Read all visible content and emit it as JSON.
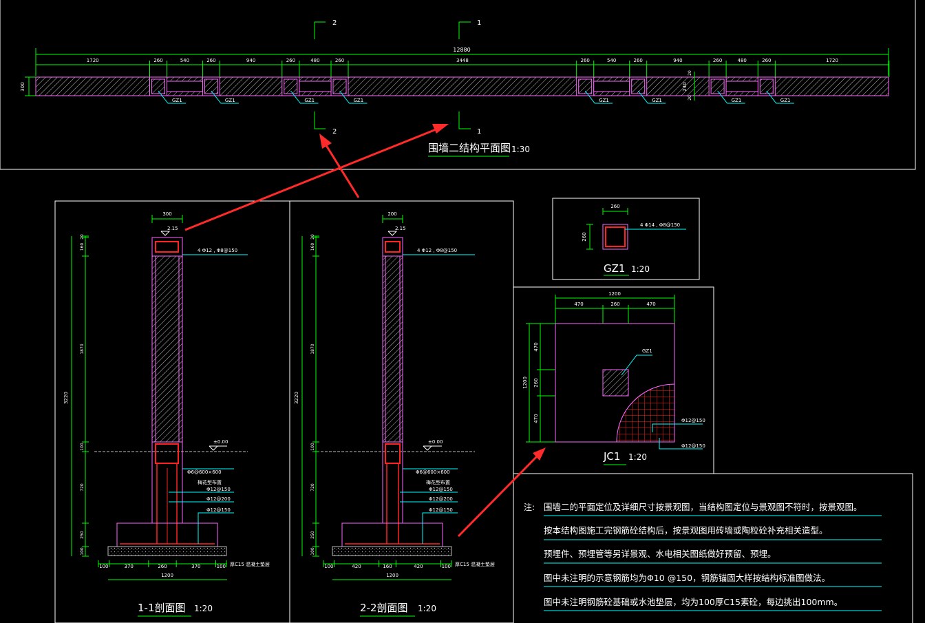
{
  "plan": {
    "title": "围墙二结构平面图",
    "scale": "1:30",
    "total_dim": "12880",
    "segments": [
      "1720",
      "260",
      "540",
      "260",
      "940",
      "260",
      "480",
      "260",
      "3448",
      "260",
      "540",
      "260",
      "940",
      "260",
      "480",
      "260",
      "1720"
    ],
    "height_dim": "300",
    "small_dims": [
      "20",
      "240",
      "20"
    ],
    "column_label": "GZ1",
    "section_marks": [
      "2",
      "1"
    ]
  },
  "section11": {
    "title": "1-1剖面图",
    "scale": "1:20",
    "top_width": "300",
    "beam_elev": "2.15",
    "beam_rebar": "4 Φ12 , Φ8@150",
    "ground": "±0.00",
    "left_dims": [
      "20",
      "160",
      "1870",
      "100",
      "720",
      "250",
      "100"
    ],
    "total_height": "3220",
    "mesh": "Φ6@600×600",
    "mesh_note": "梅花型布置",
    "rebar1": "Φ12@150",
    "rebar2": "Φ12@200",
    "rebar3": "Φ12@150",
    "bottom_dims": [
      "100",
      "370",
      "260",
      "370",
      "100"
    ],
    "base_width": "1200",
    "cushion": "厚C15 混凝土垫层"
  },
  "section22": {
    "title": "2-2剖面图",
    "scale": "1:20",
    "top_width": "200",
    "beam_elev": "2.15",
    "beam_rebar": "4 Φ12 , Φ8@150",
    "ground": "±0.00",
    "left_dims": [
      "20",
      "160",
      "1870",
      "100",
      "720",
      "250",
      "100"
    ],
    "total_height": "3220",
    "mesh": "Φ6@600×600",
    "mesh_note": "梅花型布置",
    "rebar1": "Φ12@150",
    "rebar2": "Φ12@200",
    "rebar3": "Φ12@150",
    "bottom_dims": [
      "100",
      "420",
      "160",
      "420",
      "100"
    ],
    "base_width": "1200",
    "cushion": "厚C15 混凝土垫层"
  },
  "gz1": {
    "title": "GZ1",
    "scale": "1:20",
    "width": "260",
    "height": "260",
    "rebar": "4 Φ14 , Φ8@150"
  },
  "jc1": {
    "title": "JC1",
    "scale": "1:20",
    "top_dims": [
      "470",
      "260",
      "470"
    ],
    "total": "1200",
    "left_dims": [
      "470",
      "260",
      "470"
    ],
    "left_total": "1200",
    "column": "GZ1",
    "rebar1": "Φ12@150",
    "rebar2": "Φ12@150"
  },
  "notes": {
    "label": "注:",
    "items": [
      "围墙二的平面定位及详细尺寸按景观图，当结构图定位与景观图不符时，按景观图。",
      "按本结构图施工完钢筋砼结构后，按景观图用砖墙或陶粒砼补充相关造型。",
      "预埋件、预埋管等另详景观、水电相关图纸做好预留、预埋。",
      "图中未注明的示意钢筋均为Φ10 @150，钢筋锚固大样按结构标准图做法。",
      "图中未注明钢筋砼基础或水池垫层，均为100厚C15素砼，每边挑出100mm。"
    ]
  },
  "colors": {
    "dim": "#00ff00",
    "outline": "#ff66ff",
    "rebar": "#ff2222",
    "text": "#ffffff",
    "arrow": "#ff2a2a",
    "leader": "#00ffff"
  }
}
